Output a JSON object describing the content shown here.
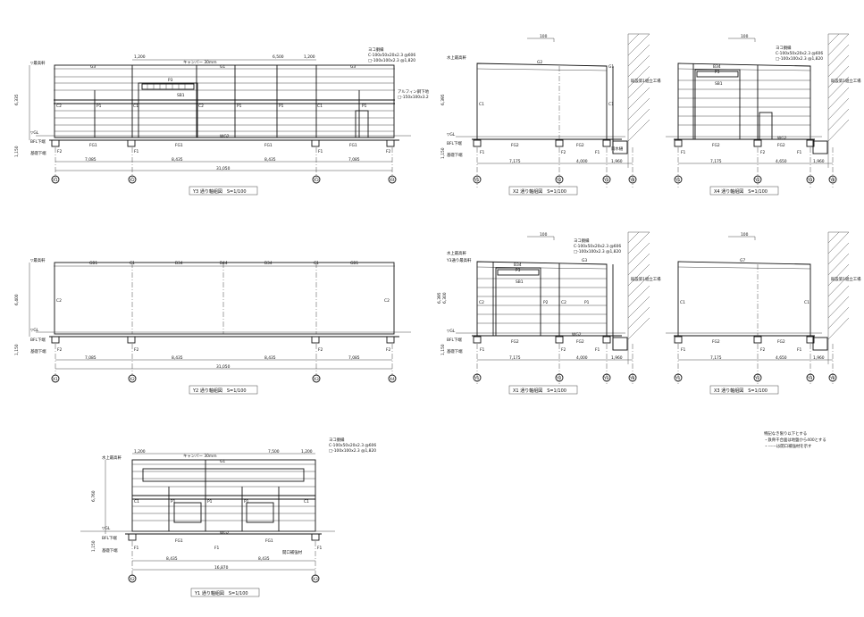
{
  "colors": {
    "line": "#111111",
    "paper": "#ffffff"
  },
  "notes": {
    "line1": "特記なき限り以下とする",
    "line2": "・鉄骨干合面は地盤から400とする",
    "line3": "・------は開口補強材を示す"
  },
  "elevations": {
    "y3": {
      "title": "Y3 通り軸組図　S=1/100",
      "axis_labels": [
        "X1",
        "X2",
        "X3",
        "X4"
      ],
      "level_labels": [
        "▽最高軒",
        "▽GL",
        "BFL下端",
        "基礎下端"
      ],
      "dims_bottom": [
        "7,085",
        "8,435",
        "8,435",
        "7,085"
      ],
      "dim_total": "31,050",
      "dim_height": "6,335",
      "dim_base": "1,150",
      "dim_top": [
        "1,200",
        "6,500",
        "1,200"
      ],
      "member_labels": [
        "G3",
        "G1",
        "G3",
        "P3",
        "SB1",
        "C2",
        "P1",
        "C1",
        "C2",
        "P1",
        "P1",
        "C1",
        "P1",
        "FG1",
        "FG1",
        "FG1",
        "FG1",
        "WG2",
        "F2",
        "F1",
        "F1",
        "F2"
      ],
      "canopy_note": "キャンバー 30mm",
      "brace_note": "ヨコ胴縁",
      "brace_spec1": "C-100x50x20x2.3 @606",
      "brace_spec2": "□-100x100x2.3 @1,820",
      "aluminum_note": "アルフィン鋼下地",
      "aluminum_spec": "□-150x100x3.2"
    },
    "x2": {
      "title": "X2 通り軸組図　S=1/100",
      "axis_labels": [
        "Y1",
        "Y2",
        "Y3",
        "Y8"
      ],
      "level_labels": [
        "水上最高軒",
        "▽GL",
        "BFL下端",
        "基礎下端"
      ],
      "slope": "100",
      "dims_bottom": [
        "7,175",
        "4,000",
        "1,960"
      ],
      "dim_height": "6,395",
      "dim_base": "1,150",
      "neighbor": "既設第1組立工場",
      "member_labels": [
        "G2",
        "G1",
        "C1",
        "C1",
        "FG2",
        "FG2",
        "F1",
        "F2",
        "F1"
      ],
      "water_gutter": "雨水樋"
    },
    "x4": {
      "title": "X4 通り軸組図　S=1/100",
      "axis_labels": [
        "Y1",
        "Y2",
        "Y3",
        "Y8"
      ],
      "slope": "100",
      "dims_bottom": [
        "7,175",
        "4,650",
        "1,960"
      ],
      "neighbor": "既設第1組立工場",
      "brace_note": "ヨコ胴縁",
      "brace_spec1": "C-100x50x20x2.3 @606",
      "brace_spec2": "□-100x100x2.3 @1,820",
      "member_labels": [
        "B34",
        "P3",
        "SB1",
        "FG2",
        "FG2",
        "WG2",
        "F1",
        "F2",
        "F1"
      ]
    },
    "y2": {
      "title": "Y2 通り軸組図　S=1/100",
      "axis_labels": [
        "X1",
        "X2",
        "X3",
        "X4"
      ],
      "level_labels": [
        "▽最高軒",
        "▽GL",
        "BFL下端",
        "基礎下端"
      ],
      "dims_bottom": [
        "7,085",
        "8,435",
        "8,435",
        "7,085"
      ],
      "dim_total": "31,050",
      "dim_height": "6,400",
      "dim_base": "1,150",
      "member_labels": [
        "GB1",
        "C1",
        "B34",
        "B44",
        "B34",
        "C1",
        "GB1",
        "C2",
        "C2",
        "F2",
        "F2",
        "F2",
        "F2"
      ]
    },
    "x1": {
      "title": "X1 通り軸組図　S=1/100",
      "axis_labels": [
        "Y1",
        "Y2",
        "Y3",
        "Y8"
      ],
      "level_labels": [
        "水上最高軒",
        "Y3通り最高軒",
        "▽GL",
        "BFL下端",
        "基礎下端"
      ],
      "slope": "100",
      "dims_bottom": [
        "7,175",
        "4,000",
        "1,960"
      ],
      "dim_height": "6,395",
      "dim_height2": "6,300",
      "dim_base": "1,150",
      "neighbor": "既設第1組立工場",
      "brace_note": "ヨコ胴縁",
      "brace_spec1": "C-100x50x20x2.3 @606",
      "brace_spec2": "□-100x100x2.3 @1,820",
      "member_labels": [
        "B34",
        "G3",
        "P3",
        "SB1",
        "C2",
        "P2",
        "C2",
        "P1",
        "FG2",
        "FG2",
        "WG2",
        "F1",
        "F2",
        "F1"
      ]
    },
    "x3": {
      "title": "X3 通り軸組図　S=1/100",
      "axis_labels": [
        "Y1",
        "Y2",
        "Y3",
        "Y8"
      ],
      "slope": "100",
      "dims_bottom": [
        "7,175",
        "4,650",
        "1,960"
      ],
      "neighbor": "既設第1組立工場",
      "member_labels": [
        "G7",
        "C1",
        "C1",
        "FG2",
        "FG2",
        "F1",
        "F2",
        "F1"
      ]
    },
    "y1": {
      "title": "Y1 通り軸組図　S=1/100",
      "axis_labels": [
        "X2",
        "X3"
      ],
      "level_labels": [
        "水上最高軒",
        "▽GL",
        "BFL下端",
        "基礎下端"
      ],
      "dims_bottom": [
        "8,435",
        "8,435"
      ],
      "dim_total": "16,870",
      "dim_height": "6,760",
      "dim_base": "1,150",
      "dim_top": [
        "1,200",
        "7,500",
        "1,200"
      ],
      "canopy_note": "キャンバー 30mm",
      "brace_note": "ヨコ胴縁",
      "brace_spec1": "C-100x50x20x2.3 @606",
      "brace_spec2": "□-100x100x2.3 @1,820",
      "opening_note": "開口補強材",
      "member_labels": [
        "G1",
        "C1",
        "P1",
        "P1",
        "P1",
        "C1",
        "FG1",
        "WG2",
        "FG1",
        "F1",
        "F1",
        "F1"
      ]
    }
  }
}
